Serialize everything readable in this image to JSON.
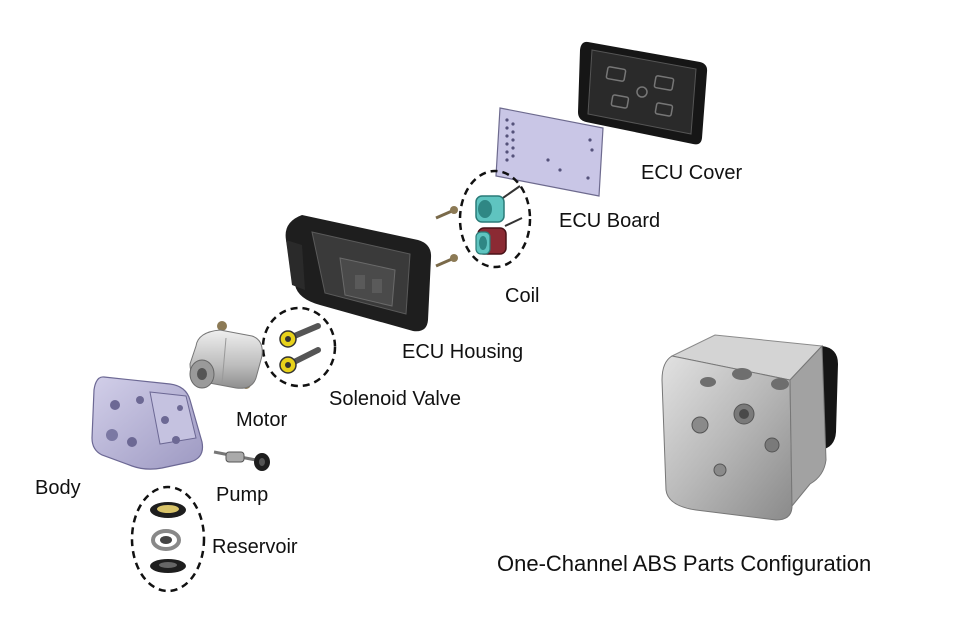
{
  "labels": {
    "ecu_cover": "ECU Cover",
    "ecu_board": "ECU Board",
    "coil": "Coil",
    "ecu_housing": "ECU Housing",
    "solenoid_valve": "Solenoid Valve",
    "motor": "Motor",
    "body": "Body",
    "pump": "Pump",
    "reservoir": "Reservoir"
  },
  "caption": "One-Channel ABS Parts Configuration",
  "colors": {
    "body_part": "#b9b6d6",
    "coil": "#5fc4c0",
    "coil_dark": "#8b2a33",
    "board": "#c9c6e6",
    "housing": "#1e1e1e",
    "solenoid_band": "#e8d21a",
    "motor": "#c8c8c8",
    "assembled_metal": "#bdbdbd",
    "dashed_outline": "#111111"
  }
}
